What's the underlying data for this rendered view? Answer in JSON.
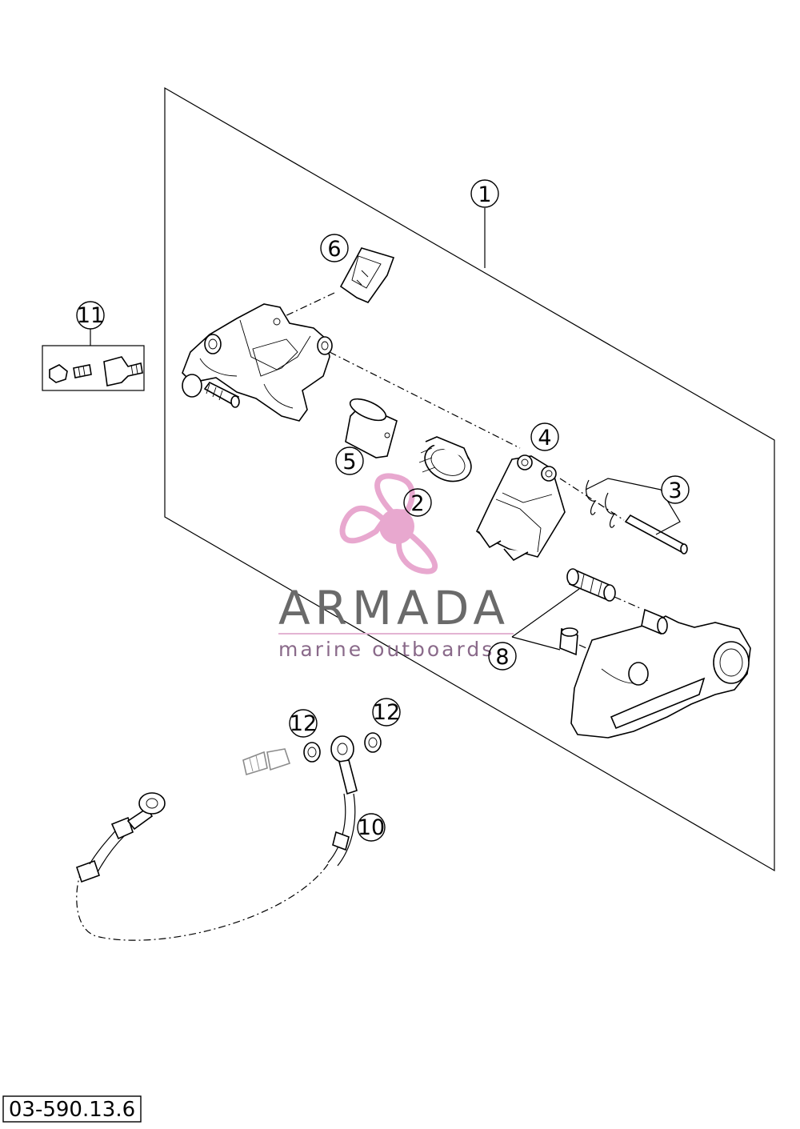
{
  "callouts": {
    "c1": "1",
    "c2": "2",
    "c3": "3",
    "c4": "4",
    "c5": "5",
    "c6": "6",
    "c8": "8",
    "c10": "10",
    "c11": "11",
    "c12a": "12",
    "c12b": "12"
  },
  "watermark": {
    "brand": "ARMADA",
    "tagline": "marine outboards",
    "colors": {
      "pink": "#e8a8cf",
      "pink_dark": "#d98cbc",
      "text": "#6a6a6a",
      "rule": "#e3b4d3"
    }
  },
  "reference_number": "03-590.13.6"
}
